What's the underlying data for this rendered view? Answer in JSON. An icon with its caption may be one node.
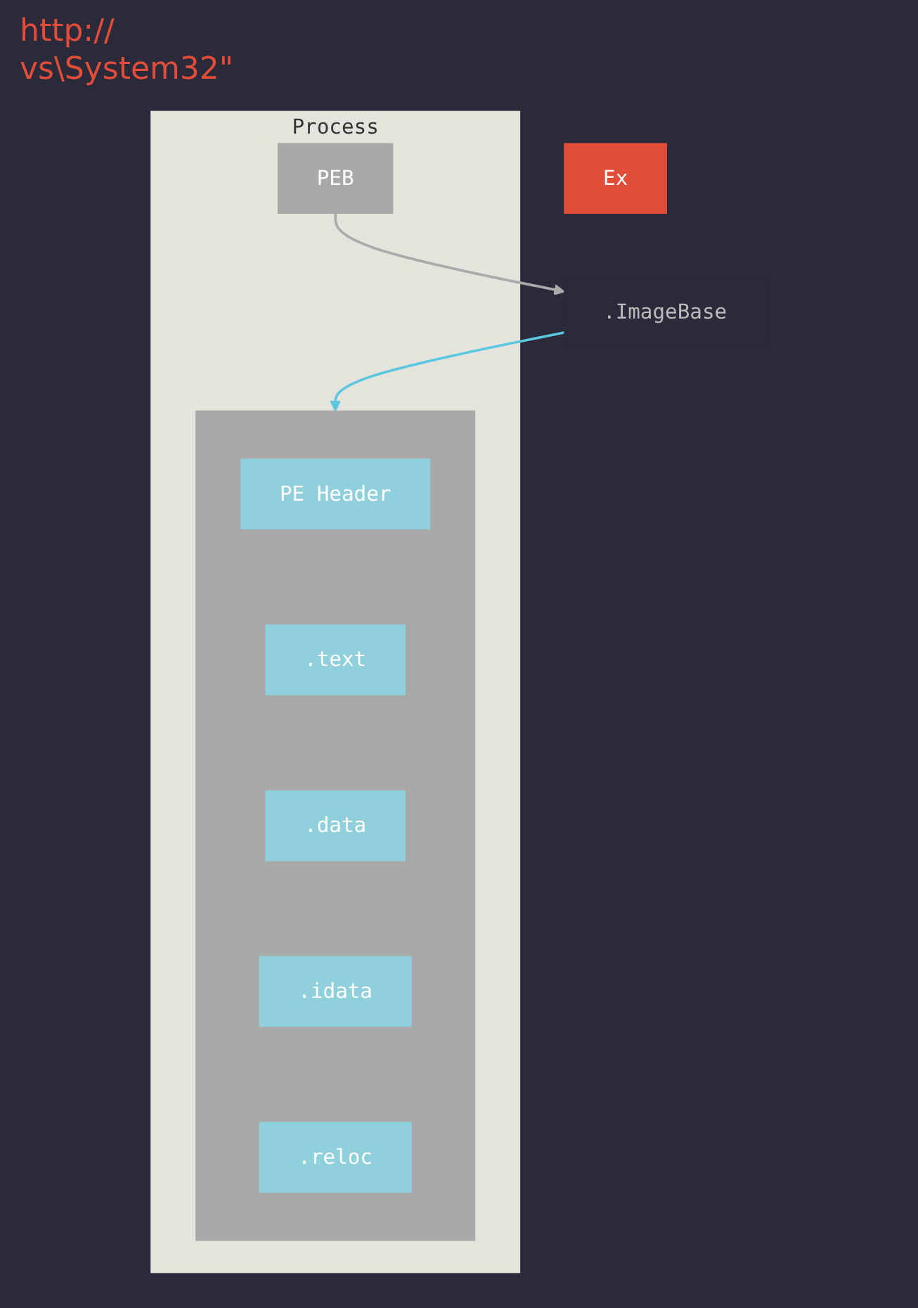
{
  "diagram": {
    "nodes": [
      {
        "text": [
          "Process"
        ]
      },
      {
        "text": [
          "PEB"
        ],
        "in": 0
      },
      {
        "text": [
          ".ImageBase"
        ]
      },
      {
        "text": [],
        "shape": "box",
        "in": 0
      },
      {
        "text": [
          "PE Header"
        ],
        "in": 3
      },
      {
        "text": [
          ".text"
        ],
        "in": 3
      },
      {
        "text": [
          ".data"
        ],
        "in": 3
      },
      {
        "text": [
          ".idata"
        ],
        "in": 3
      },
      {
        "text": [
          ".reloc"
        ],
        "in": 3
      },
      {
        "text": [
          "Ex"
        ]
      }
    ],
    "edges": [
      {
        "from": 1,
        "to": 2,
        "arrow": "to"
      },
      {
        "from": 2,
        "to": 3,
        "arrow": "to",
        "color": "#5bc8e0"
      }
    ],
    "labels": [
      "http://",
      "vs\\System32\""
    ]
  }
}
